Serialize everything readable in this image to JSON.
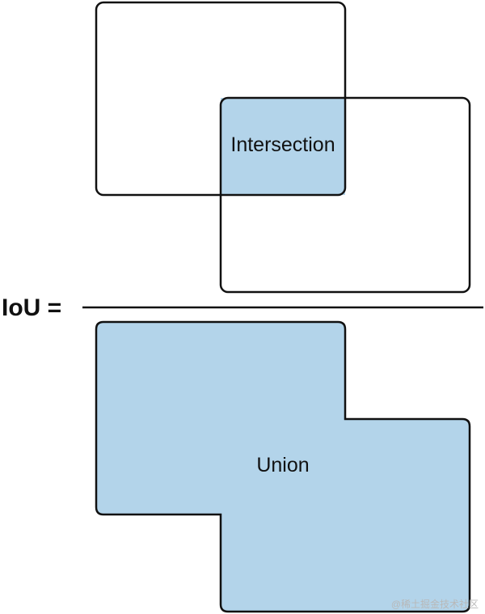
{
  "diagram": {
    "intersection_label": "Intersection",
    "union_label": "Union",
    "formula_label": "IoU =",
    "fill_color": "#b3d4ea",
    "stroke_color": "#111111"
  },
  "watermark": "@稀土掘金技术社区"
}
